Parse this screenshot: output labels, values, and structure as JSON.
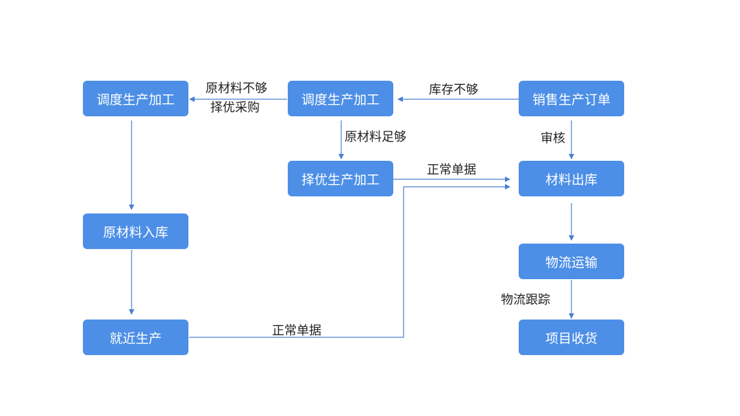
{
  "nodes": {
    "dispatch_left": "调度生产加工",
    "dispatch_center": "调度生产加工",
    "sales_order": "销售生产订单",
    "select_production": "择优生产加工",
    "material_outbound": "材料出库",
    "raw_material_inbound": "原材料入库",
    "logistics_transport": "物流运输",
    "nearby_production": "就近生产",
    "project_receipt": "项目收货"
  },
  "edge_labels": {
    "insufficient_line1": "原材料不够",
    "insufficient_line2": "择优采购",
    "stock_insufficient": "库存不够",
    "raw_sufficient": "原材料足够",
    "review": "审核",
    "normal_doc_top": "正常单据",
    "logistics_tracking": "物流跟踪",
    "normal_doc_bottom": "正常单据"
  },
  "colors": {
    "node_fill": "#4d8fe6",
    "node_text": "#ffffff",
    "edge": "#4a7fd1",
    "label_text": "#222222"
  }
}
